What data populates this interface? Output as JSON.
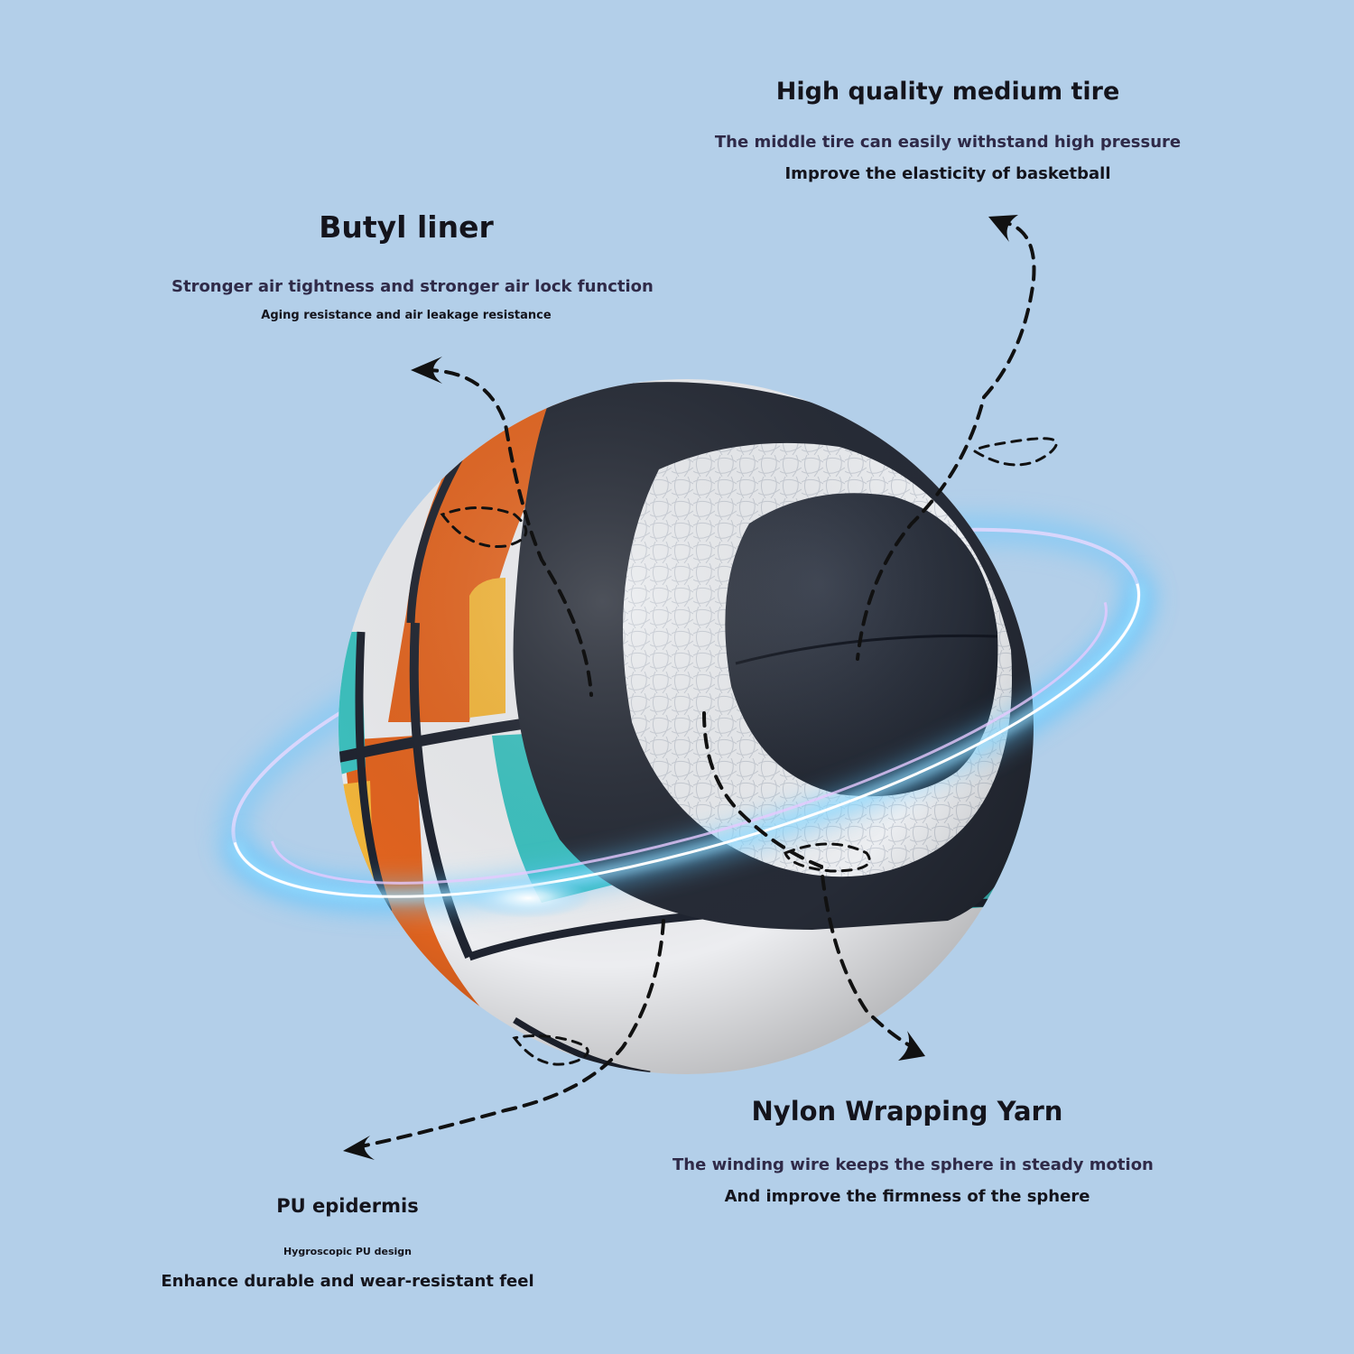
{
  "callouts": {
    "tire": {
      "title": "High quality medium tire",
      "line1": "The middle tire can easily withstand high pressure",
      "line2": "Improve the elasticity of basketball"
    },
    "butyl": {
      "title": "Butyl liner",
      "line1": "Stronger air tightness and stronger air lock function",
      "line2": "Aging resistance and air leakage resistance"
    },
    "nylon": {
      "title": "Nylon Wrapping Yarn",
      "line1": "The winding wire keeps the sphere in steady motion",
      "line2": "And improve the firmness of the sphere"
    },
    "pu": {
      "title": "PU epidermis",
      "line1": "Hygroscopic PU design",
      "line2": "Enhance durable and wear-resistant feel"
    }
  },
  "colors": {
    "background": "#b3cfe9",
    "ball_orange": "#e2641f",
    "ball_teal": "#3cc2c0",
    "ball_yellow": "#f3b63a",
    "ball_white": "#ecedf0",
    "rubber_dark": "#262b36",
    "ring_glow": "#5fc6ff"
  }
}
